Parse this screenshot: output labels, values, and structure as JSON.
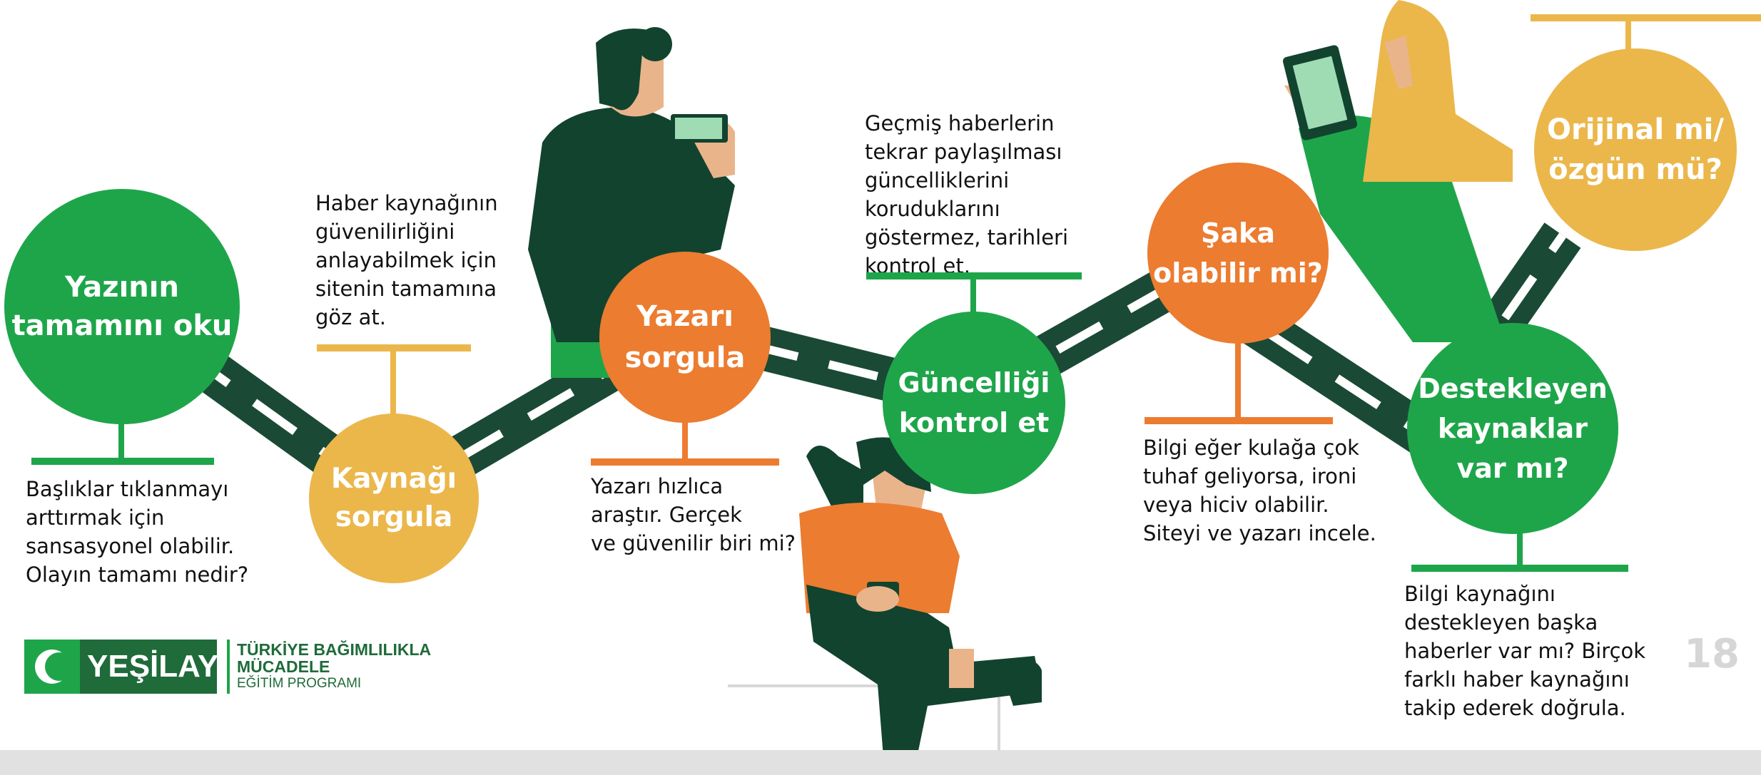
{
  "steps": [
    {
      "title": "Yazının\ntamamını oku",
      "note": "Başlıklar tıklanmayı\narttırmak için\nsansasyonel olabilir.\nOlayın tamamı nedir?"
    },
    {
      "title": "Kaynağı\nsorgula",
      "note": "Haber kaynağının\ngüvenilirliğini\nanlayabilmek  için\nsitenin tamamına\ngöz at."
    },
    {
      "title": "Yazarı\nsorgula",
      "note": "Yazarı hızlıca\naraştır. Gerçek\nve güvenilir biri mi?"
    },
    {
      "title": "Güncelliği\nkontrol et",
      "note": "Geçmiş haberlerin\ntekrar paylaşılması\ngüncelliklerini\nkoruduklarını\ngöstermez, tarihleri\nkontrol et."
    },
    {
      "title": "Şaka\nolabilir mi?",
      "note": "Bilgi eğer kulağa çok\ntuhaf geliyorsa, ironi\nveya hiciv olabilir.\nSiteyi ve yazarı incele."
    },
    {
      "title": "Destekleyen\nkaynaklar\nvar mı?",
      "note": "Bilgi kaynağını\ndestekleyen başka\nhaberler var mı? Birçok\nfarklı haber kaynağını\ntakip ederek doğrula."
    },
    {
      "title": "Orijinal mi/\nözgün mü?",
      "note": ""
    }
  ],
  "logo": {
    "brand": "YEŞİLAY",
    "line1": "TÜRKİYE BAĞIMLILIKLA",
    "line2": "MÜCADELE",
    "line3": "EĞİTİM PROGRAMI"
  },
  "page_number": "18",
  "colors": {
    "green": "#1ea54a",
    "dark_green": "#12432f",
    "orange": "#ec7c30",
    "yellow": "#ebb74b",
    "road": "#1a4a35"
  }
}
